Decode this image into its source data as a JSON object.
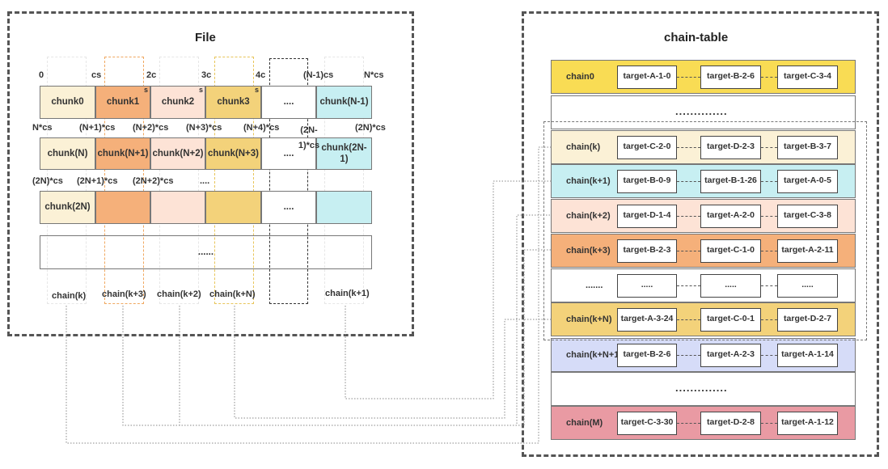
{
  "file": {
    "title": "File",
    "offsets_row1": [
      "0",
      "cs",
      "2c",
      "3c",
      "4c",
      "(N-1)cs",
      "N*cs"
    ],
    "row1": [
      "chunk0",
      "chunk1",
      "chunk2",
      "chunk3",
      "....",
      "chunk(N-1)"
    ],
    "offsets_row2": [
      "N*cs",
      "(N+1)*cs",
      "(N+2)*cs",
      "(N+3)*cs",
      "(N+4)*cs",
      "(2N-1)*cs",
      "(2N)*cs"
    ],
    "row2": [
      "chunk(N)",
      "chunk(N+1)",
      "chunk(N+2)",
      "chunk(N+3)",
      "....",
      "chunk(2N-1)"
    ],
    "offsets_row3": [
      "(2N)*cs",
      "(2N+1)*cs",
      "(2N+2)*cs",
      "...."
    ],
    "row3": [
      "chunk(2N)",
      "",
      "",
      "",
      "....",
      ""
    ],
    "row4_dots": "......",
    "s_marker": "s",
    "chain_labels": [
      "chain(k)",
      "chain(k+3)",
      "chain(k+2)",
      "chain(k+N)",
      "chain(k+1)"
    ]
  },
  "chain_table": {
    "title": "chain-table",
    "rows": [
      {
        "label": "chain0",
        "targets": [
          "target-A-1-0",
          "target-B-2-6",
          "target-C-3-4"
        ],
        "color": "#f9dc54"
      },
      {
        "label": "",
        "dots": "..............",
        "color": "#ffffff"
      },
      {
        "label": "chain(k)",
        "targets": [
          "target-C-2-0",
          "target-D-2-3",
          "target-B-3-7"
        ],
        "color": "#fbf1d6"
      },
      {
        "label": "chain(k+1)",
        "targets": [
          "target-B-0-9",
          "target-B-1-26",
          "target-A-0-5"
        ],
        "color": "#c7eff2"
      },
      {
        "label": "chain(k+2)",
        "targets": [
          "target-D-1-4",
          "target-A-2-0",
          "target-C-3-8"
        ],
        "color": "#fde3d6"
      },
      {
        "label": "chain(k+3)",
        "targets": [
          "target-B-2-3",
          "target-C-1-0",
          "target-A-2-11"
        ],
        "color": "#f5b07a"
      },
      {
        "label": ".......",
        "targets": [
          ".....",
          ".....",
          "....."
        ],
        "color": "#ffffff"
      },
      {
        "label": "chain(k+N)",
        "targets": [
          "target-A-3-24",
          "target-C-0-1",
          "target-D-2-7"
        ],
        "color": "#f3d27a"
      },
      {
        "label": "chain(k+N+1)",
        "targets": [
          "target-B-2-6",
          "target-A-2-3",
          "target-A-1-14"
        ],
        "color": "#d6dcf8"
      },
      {
        "label": "",
        "dots": "..............",
        "color": "#ffffff"
      },
      {
        "label": "chain(M)",
        "targets": [
          "target-C-3-30",
          "target-D-2-8",
          "target-A-1-12"
        ],
        "color": "#e99aa3"
      }
    ]
  },
  "colors": {
    "chunk0": "#fbf1d6",
    "chunk1": "#f5b07a",
    "chunk2": "#fde3d6",
    "chunk3": "#f3d27a",
    "chunkN1": "#c7eff2",
    "outline_orange": "#f0a860",
    "outline_gold": "#e8c55a",
    "outline_dark": "#333333",
    "outline_light": "#cccccc",
    "frame": "#555555"
  }
}
